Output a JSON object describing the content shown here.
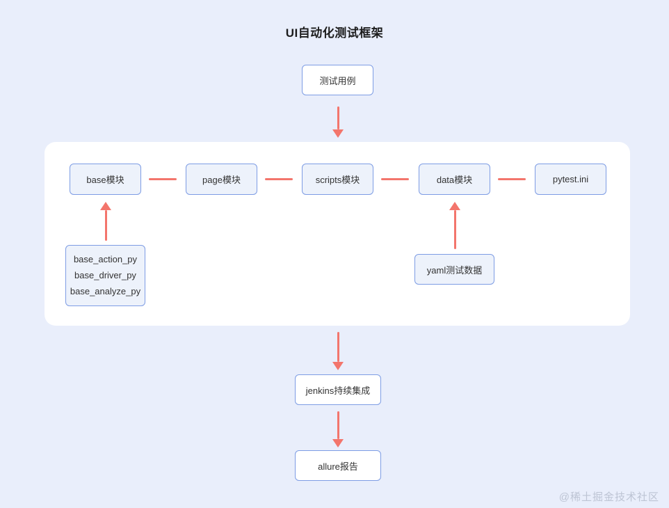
{
  "page": {
    "title": "UI自动化测试框架",
    "watermark": "@稀土掘金技术社区"
  },
  "nodes": {
    "test_case": "测试用例",
    "modules": [
      "base模块",
      "page模块",
      "scripts模块",
      "data模块",
      "pytest.ini"
    ],
    "base_files": [
      "base_action_py",
      "base_driver_py",
      "base_analyze_py"
    ],
    "yaml_data": "yaml测试数据",
    "jenkins": "jenkins持续集成",
    "allure": "allure报告"
  },
  "colors": {
    "background": "#e9eefb",
    "panel": "#ffffff",
    "box_border": "#7d9ce4",
    "box_fill_tint": "#edf2fb",
    "arrow": "#f3756c",
    "text": "#333333",
    "title_text": "#1c1c1c",
    "watermark": "#bdc4d4"
  }
}
